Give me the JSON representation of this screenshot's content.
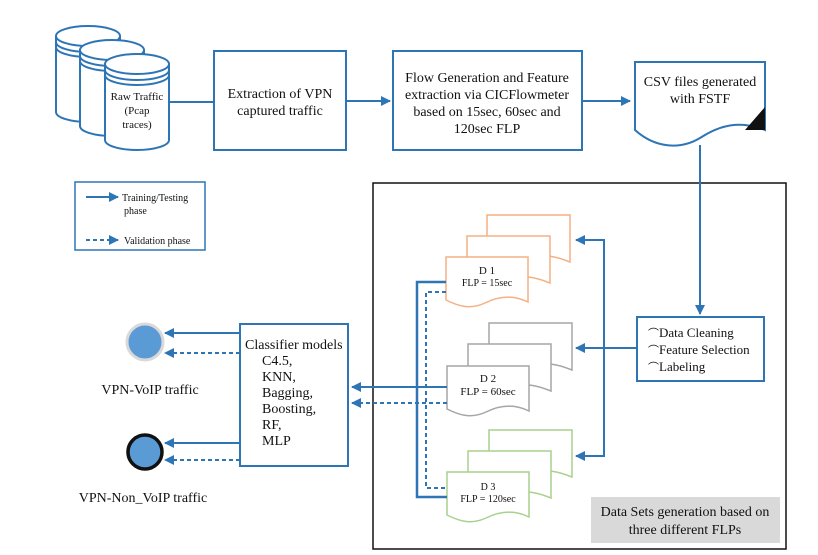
{
  "diagram": {
    "colors": {
      "flow": "#2e75b6",
      "d1": "#f4b183",
      "d2": "#a6a6a6",
      "d3": "#a9d18e",
      "node_fill": "#5b9bd5",
      "caption_bg": "#d9d9d9"
    },
    "raw_traffic": {
      "line1": "Raw Traffic",
      "line2": "(Pcap",
      "line3": "traces)"
    },
    "extraction": {
      "line1": "Extraction of VPN",
      "line2": "captured traffic"
    },
    "flow_gen": {
      "line1": "Flow Generation and Feature",
      "line2": "extraction via CICFlowmeter",
      "line3": "based on 15sec, 60sec and",
      "line4": "120sec FLP"
    },
    "csv": {
      "line1": "CSV files generated",
      "line2": "with FSTF"
    },
    "legend": {
      "solid_line1": "Training/Testing",
      "solid_line2": "phase",
      "dashed": "Validation phase"
    },
    "preprocessing": {
      "items": [
        "Data Cleaning",
        "Feature Selection",
        "Labeling"
      ]
    },
    "datasets": [
      {
        "name": "D 1",
        "flp": "FLP = 15sec"
      },
      {
        "name": "D 2",
        "flp": "FLP = 60sec"
      },
      {
        "name": "D 3",
        "flp": "FLP = 120sec"
      }
    ],
    "classifier": {
      "title": "Classifier models",
      "models": [
        "C4.5,",
        "KNN,",
        "Bagging,",
        "Boosting,",
        "RF,",
        "MLP"
      ]
    },
    "outputs": {
      "voip": "VPN-VoIP traffic",
      "non_voip": "VPN-Non_VoIP traffic"
    },
    "caption": {
      "line1": "Data Sets generation based on",
      "line2": "three different FLPs"
    }
  }
}
